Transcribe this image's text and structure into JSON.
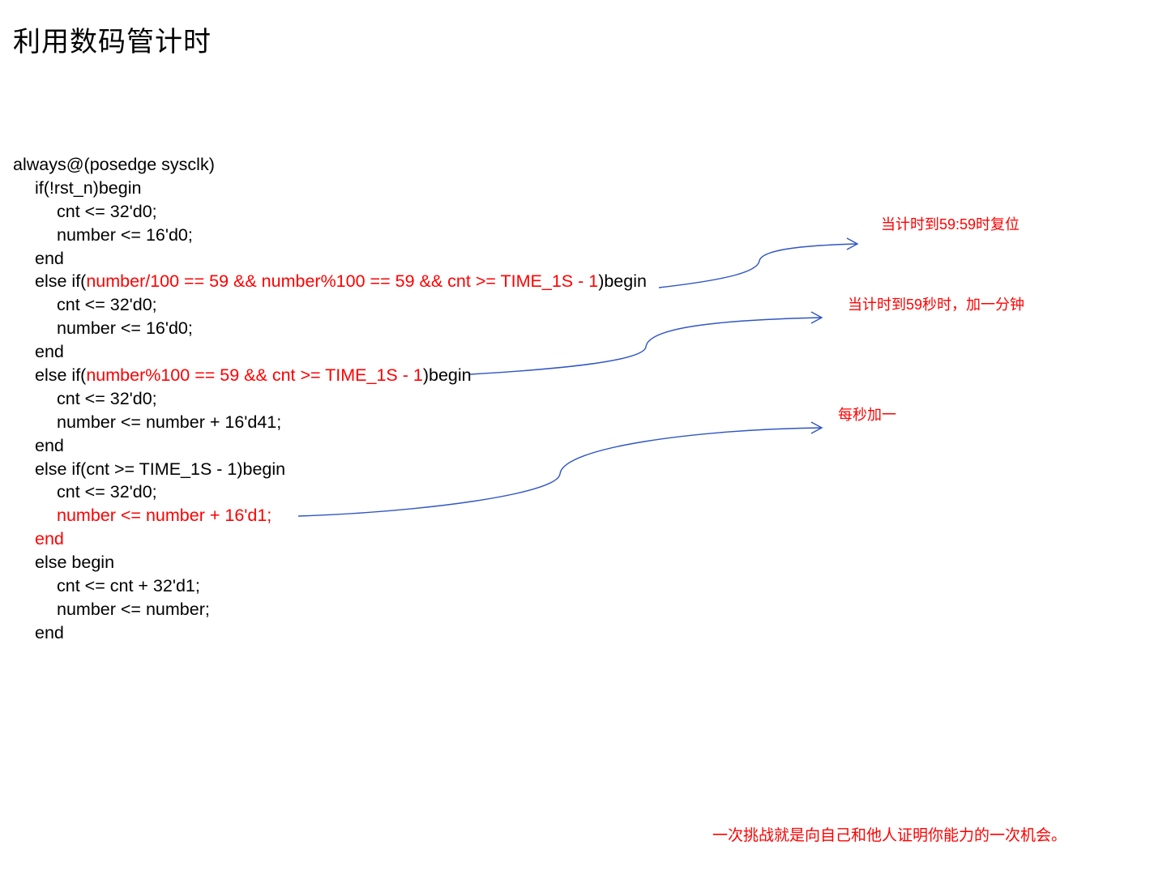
{
  "slide": {
    "title": "利用数码管计时"
  },
  "code": {
    "l1": "always@(posedge sysclk)",
    "l2": "if(!rst_n)begin",
    "l3": "cnt <= 32'd0;",
    "l4": "number <= 16'd0;",
    "l5": "end",
    "l6_prefix": "else if(",
    "l6_cond": "number/100 == 59 && number%100 == 59 && cnt >= TIME_1S - 1",
    "l6_suffix": ")begin",
    "l7": "cnt <= 32'd0;",
    "l8": "number <= 16'd0;",
    "l9": "end",
    "l10_prefix": "else if(",
    "l10_cond": "number%100 == 59 && cnt >= TIME_1S - 1",
    "l10_suffix": ")begin",
    "l11": "cnt <= 32'd0;",
    "l12": "number <= number + 16'd41;",
    "l13": "end",
    "l14": "else if(cnt >= TIME_1S - 1)begin",
    "l15": "cnt <= 32'd0;",
    "l16": "number <= number + 16'd1;",
    "l17": "end",
    "l18": "else begin",
    "l19": "cnt <= cnt + 32'd1;",
    "l20": "number <= number;",
    "l21": "end"
  },
  "annotations": {
    "note1_a": "当计时到",
    "note1_num": "59:59",
    "note1_b": "时复位",
    "note2_a": "当计时到",
    "note2_num": "59",
    "note2_b": "秒时，加一分钟",
    "note3": "每秒加一"
  },
  "footer": {
    "quote": "一次挑战就是向自己和他人证明你能力的一次机会。"
  },
  "colors": {
    "highlight": "#ff0000",
    "arrow": "#2f55c4",
    "text": "#000000"
  }
}
